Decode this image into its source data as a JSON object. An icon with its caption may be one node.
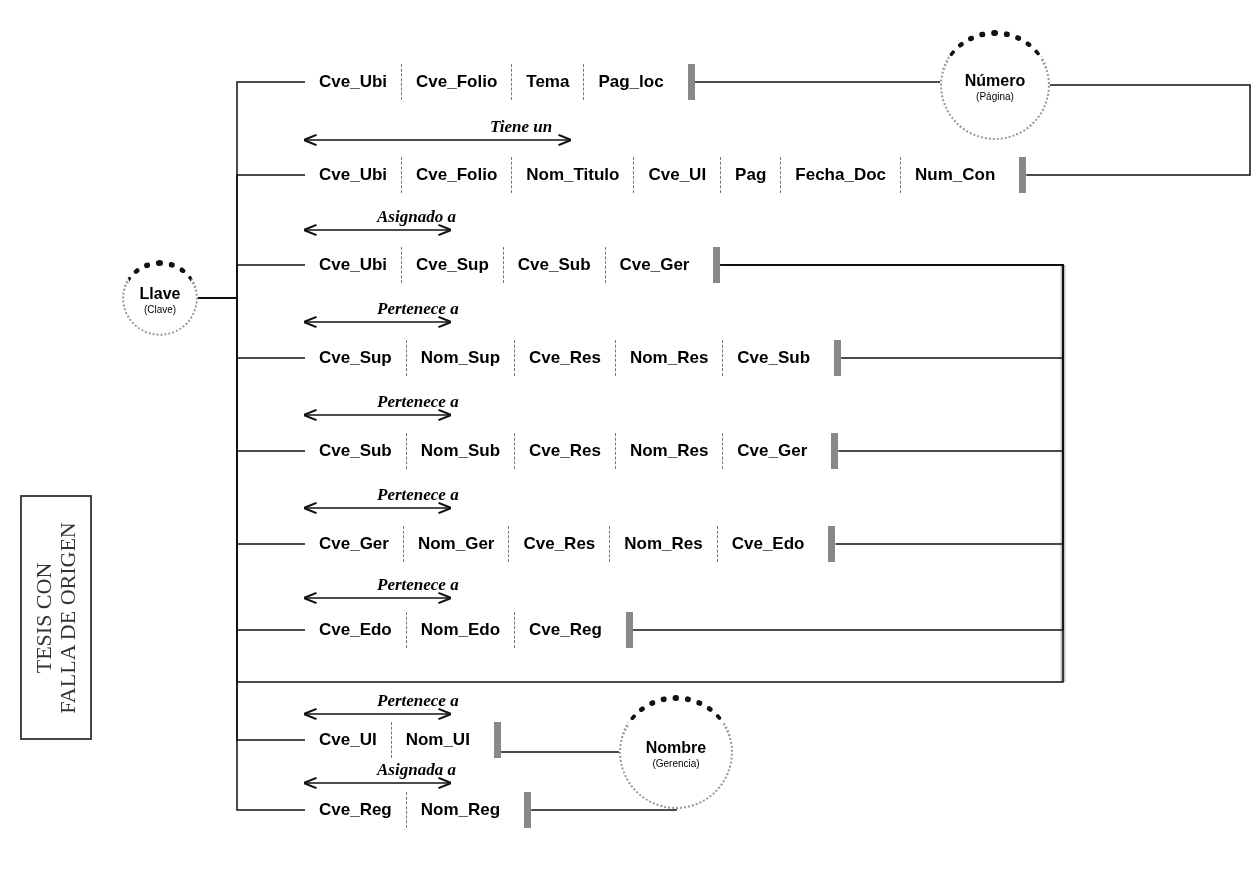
{
  "diagram": {
    "nodes": [
      {
        "text": [
          "Cve_Ubi",
          "Cve_Folio",
          "Tema",
          "Pag_loc"
        ]
      },
      {
        "text": [
          "Número",
          "(Página)"
        ]
      },
      {
        "text": [
          "Cve_Ubi",
          "Cve_Folio",
          "Nom_Titulo",
          "Cve_UI",
          "Pag",
          "Fecha_Doc",
          "Num_Con"
        ]
      },
      {
        "text": [
          "Cve_Ubi",
          "Cve_Sup",
          "Cve_Sub",
          "Cve_Ger"
        ]
      },
      {
        "text": [
          "Llave",
          "(Clave)"
        ]
      },
      {
        "text": [
          "Cve_Sup",
          "Nom_Sup",
          "Cve_Res",
          "Nom_Res",
          "Cve_Sub"
        ]
      },
      {
        "text": [
          "Cve_Sub",
          "Nom_Sub",
          "Cve_Res",
          "Nom_Res",
          "Cve_Ger"
        ]
      },
      {
        "text": [
          "Cve_Ger",
          "Nom_Ger",
          "Cve_Res",
          "Nom_Res",
          "Cve_Edo"
        ]
      },
      {
        "text": [
          "Cve_Edo",
          "Nom_Edo",
          "Cve_Reg"
        ]
      },
      {
        "text": [
          "Cve_UI",
          "Nom_UI"
        ]
      },
      {
        "text": [
          "Nombre",
          "(Gerencia)"
        ]
      },
      {
        "text": [
          "Cve_Reg",
          "Nom_Reg"
        ]
      }
    ],
    "edges": [
      {
        "from": 4,
        "to": 0,
        "arrow": "none"
      },
      {
        "from": 4,
        "to": 2,
        "arrow": "none"
      },
      {
        "from": 4,
        "to": 3,
        "arrow": "none"
      },
      {
        "from": 4,
        "to": 5,
        "arrow": "none"
      },
      {
        "from": 4,
        "to": 6,
        "arrow": "none"
      },
      {
        "from": 4,
        "to": 7,
        "arrow": "none"
      },
      {
        "from": 4,
        "to": 8,
        "arrow": "none"
      },
      {
        "from": 4,
        "to": 9,
        "arrow": "none"
      },
      {
        "from": 4,
        "to": 11,
        "arrow": "none"
      },
      {
        "from": 0,
        "to": 1,
        "arrow": "none"
      },
      {
        "from": 1,
        "to": 2,
        "arrow": "none"
      },
      {
        "from": 3,
        "to": 5,
        "arrow": "none"
      },
      {
        "from": 3,
        "to": 6,
        "arrow": "none"
      },
      {
        "from": 3,
        "to": 7,
        "arrow": "none"
      },
      {
        "from": 3,
        "to": 8,
        "arrow": "none"
      },
      {
        "from": 3,
        "to": 4,
        "arrow": "none"
      },
      {
        "from": 10,
        "to": 9,
        "arrow": "none"
      },
      {
        "from": 10,
        "to": 11,
        "arrow": "none"
      }
    ],
    "labels": [
      "Tiene un",
      "Asignado a",
      "Pertenece a",
      "Pertenece a",
      "Pertenece a",
      "Pertenece a",
      "Pertenece a",
      "Asignada a",
      "TESIS CON",
      "FALLA DE ORIGEN"
    ]
  }
}
